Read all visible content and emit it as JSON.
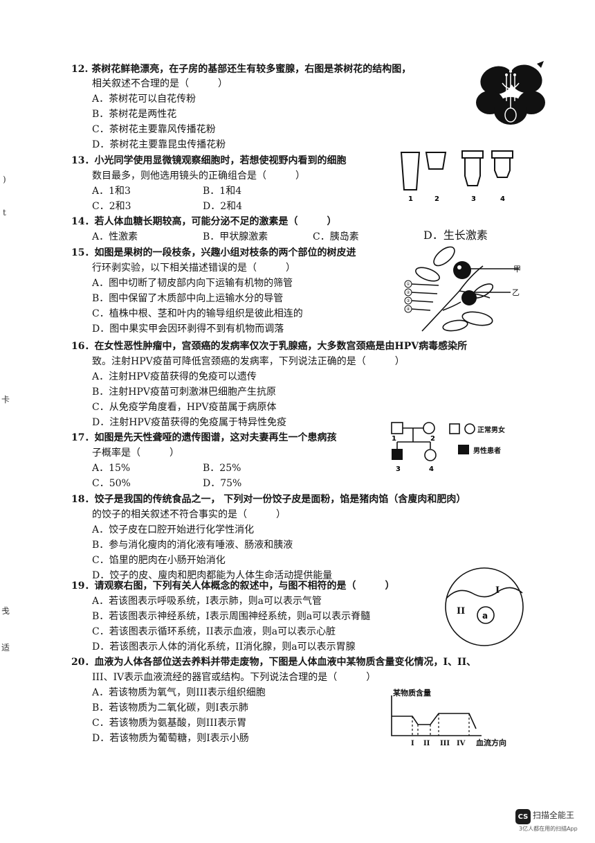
{
  "q12": {
    "line1": "12. 茶树花鲜艳漂亮，在子房的基部还生有较多蜜腺，右图是茶树花的结构图，",
    "line2": "相关叙述不合理的是（　　　）",
    "a": "A．茶树花可以自花传粉",
    "b": "B．茶树花是两性花",
    "c": "C．茶树花主要靠风传播花粉",
    "d": "D．茶树花主要靠昆虫传播花粉"
  },
  "q13": {
    "line1": "13．小光同学使用显微镜观察细胞时，若想使视野内看到的细胞",
    "line2": "数目最多，则他选用镜头的正确组合是（　　　）",
    "a": "A．1和3",
    "b": "B．1和4",
    "c": "C．2和3",
    "d": "D．2和4",
    "lens_labels": [
      "1",
      "2",
      "3",
      "4"
    ]
  },
  "q14": {
    "line1": "14．若人体血糖长期较高，可能分泌不足的激素是（　　　）",
    "a": "A．性激素",
    "b": "B．甲状腺激素",
    "c": "C．胰岛素",
    "d": "D．生长激素"
  },
  "q15": {
    "line1": "15．如图是果树的一段枝条，兴趣小组对枝条的两个部位的树皮进",
    "line2": "行环剥实验，以下相关描述错误的是（　　　）",
    "a": "A．图中切断了韧皮部内向下运输有机物的筛管",
    "b": "B．图中保留了木质部中向上运输水分的导管",
    "c": "C．植株中根、茎和叶内的输导组织是彼此相连的",
    "d": "D．图中果实甲会因环剥得不到有机物而调落",
    "label_jia": "甲",
    "label_yi": "乙",
    "circled": [
      "①",
      "②",
      "③",
      "④"
    ]
  },
  "q16": {
    "line1": "16．在女性恶性肿瘤中，宫颈癌的发病率仅次于乳腺癌，大多数宫颈癌是由HPV病毒感染所",
    "line2": "致。注射HPV疫苗可降低宫颈癌的发病率，下列说法正确的是（　　　）",
    "a": "A．注射HPV疫苗获得的免疫可以遗传",
    "b": "B．注射HPV疫苗可刺激淋巴细胞产生抗原",
    "c": "C．从免疫学角度看，HPV疫苗属于病原体",
    "d": "D．注射HPV疫苗获得的免疫属于特异性免疫"
  },
  "q17": {
    "line1": "17．如图是先天性聋哑的遗传图谱，这对夫妻再生一个患病孩",
    "line2": "子概率是（　　　）",
    "a": "A．15%",
    "b": "B．25%",
    "c": "C．50%",
    "d": "D．75%",
    "legend_normal": "正常男女",
    "legend_patient": "男性患者",
    "ids": [
      "1",
      "2",
      "3",
      "4"
    ]
  },
  "q18": {
    "line1": "18．饺子是我国的传统食品之一，  下列对一份饺子皮是面粉，馅是猪肉馅（含廋肉和肥肉）",
    "line2": "的饺子的相关叙述不符合事实的是（　　　）",
    "a": "A．饺子皮在口腔开始进行化学性消化",
    "b": "B．参与消化瘦肉的消化液有唾液、肠液和胰液",
    "c": "C．馅里的肥肉在小肠开始消化",
    "d": "D．饺子的皮、廋肉和肥肉都能为人体生命活动提供能量"
  },
  "q19": {
    "line1": "19．请观察右图，下列有关人体概念的叙述中，与图不相符的是（　　　）",
    "a": "A．若该图表示呼吸系统，I表示肺，则a可以表示气管",
    "b": "B．若该图表示神经系统，I表示周围神经系统，则a可以表示脊髓",
    "c": "C．若该图表示循环系统，II表示血液，则a可以表示心脏",
    "d": "D．若该图表示人体的消化系统，II消化腺，则a可以表示胃腺",
    "label_I": "I",
    "label_II": "II",
    "label_a": "a"
  },
  "q20": {
    "line1": "20．血液为人体各部位送去养料并带走废物，下图是人体血液中某物质含量变化情况，I、II、",
    "line2": "III、IV表示血液流经的器官或结构。下列说法合理的是（　　　）",
    "a": "A．若该物质为氧气，则III表示组织细胞",
    "b": "B．若该物质为二氧化碳，则I表示肺",
    "c": "C．若该物质为氨基酸，则III表示胃",
    "d": "D．若该物质为葡萄糖，则I表示小肠",
    "ylabel": "某物质含量",
    "xlabel": "血流方向",
    "ticks": [
      "I",
      "II",
      "III",
      "IV"
    ]
  },
  "margin_marks": [
    ")",
    "t",
    "卡",
    "戋",
    "适"
  ],
  "footer": {
    "badge": "CS",
    "brand": "扫描全能王",
    "tagline": "3亿人都在用的扫描App"
  }
}
